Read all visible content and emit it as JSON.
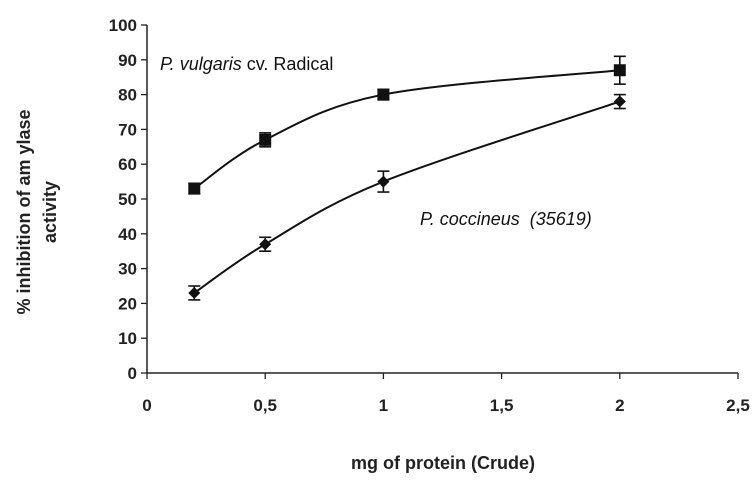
{
  "chart_data": {
    "type": "line",
    "xlabel": "mg of protein (Crude)",
    "ylabel_line1": "% inhibition of am ylase",
    "ylabel_line2": "activity",
    "xlim": [
      0,
      2.5
    ],
    "ylim": [
      0,
      100
    ],
    "x_ticks": [
      "0",
      "0,5",
      "1",
      "1,5",
      "2",
      "2,5"
    ],
    "y_ticks": [
      "0",
      "10",
      "20",
      "30",
      "40",
      "50",
      "60",
      "70",
      "80",
      "90",
      "100"
    ],
    "grid": false,
    "series": [
      {
        "name": "P. vulgaris cv. Radical",
        "name_italic": "P. vulgaris",
        "name_rest": " cv. Radical",
        "marker": "square",
        "x": [
          0.2,
          0.5,
          1,
          2
        ],
        "y": [
          53,
          67,
          80,
          87
        ],
        "err": [
          1.5,
          2,
          1.5,
          4
        ]
      },
      {
        "name": "P. coccineus (35619)",
        "name_italic": "P. coccineus",
        "name_rest": "  (35619)",
        "marker": "diamond",
        "x": [
          0.2,
          0.5,
          1,
          2
        ],
        "y": [
          23,
          37,
          55,
          78
        ],
        "err": [
          2,
          2,
          3,
          2
        ]
      }
    ]
  }
}
